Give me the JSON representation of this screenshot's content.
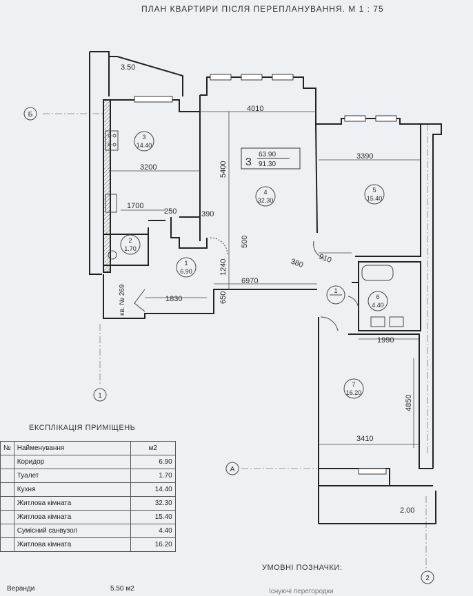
{
  "title": "ПЛАН КВАРТИРИ ПІСЛЯ ПЕРЕПЛАНУВАННЯ.  М 1 : 75",
  "apartment": {
    "number": "3",
    "living_area": "63.90",
    "total_area": "91.30",
    "label": "кв. № 269"
  },
  "axes": {
    "b": "Б",
    "a": "А",
    "one": "1",
    "two": "2"
  },
  "rooms": [
    {
      "num": "1",
      "area": "6.90"
    },
    {
      "num": "2",
      "area": "1.70"
    },
    {
      "num": "3",
      "area": "14.40"
    },
    {
      "num": "4",
      "area": "32.30"
    },
    {
      "num": "5",
      "area": "15.40"
    },
    {
      "num": "6",
      "area": "4.40"
    },
    {
      "num": "7",
      "area": "16.20"
    }
  ],
  "dimensions": {
    "veranda_top": "3.50",
    "d4010": "4010",
    "d3390": "3390",
    "d3200": "3200",
    "d5400": "5400",
    "d1700": "1700",
    "d250": "250",
    "d390": "390",
    "d500": "500",
    "d910": "910",
    "d380": "380",
    "d1240": "1240",
    "d1830": "1830",
    "d650": "650",
    "d6970": "6970",
    "d1990": "1990",
    "d4850": "4850",
    "d3410": "3410",
    "veranda_bottom": "2.00"
  },
  "legend": {
    "title": "ЕКСПЛІКАЦІЯ ПРИМІЩЕНЬ",
    "col_num": "№",
    "col_name": "Найменування",
    "col_area": "м2",
    "rows": [
      {
        "name": "Коридор",
        "area": "6.90"
      },
      {
        "name": "Туалет",
        "area": "1.70"
      },
      {
        "name": "Кухня",
        "area": "14.40"
      },
      {
        "name": "Житлова кімната",
        "area": "32.30"
      },
      {
        "name": "Житлова кімната",
        "area": "15.40"
      },
      {
        "name": "Сумісний санвузол",
        "area": "4.40"
      },
      {
        "name": "Житлова кімната",
        "area": "16.20"
      }
    ],
    "veranda_label": "Веранди",
    "veranda_area": "5.50 м2"
  },
  "notes_title": "УМОВНІ ПОЗНАЧКИ:",
  "notes_faded": "Існуючі перегородки"
}
